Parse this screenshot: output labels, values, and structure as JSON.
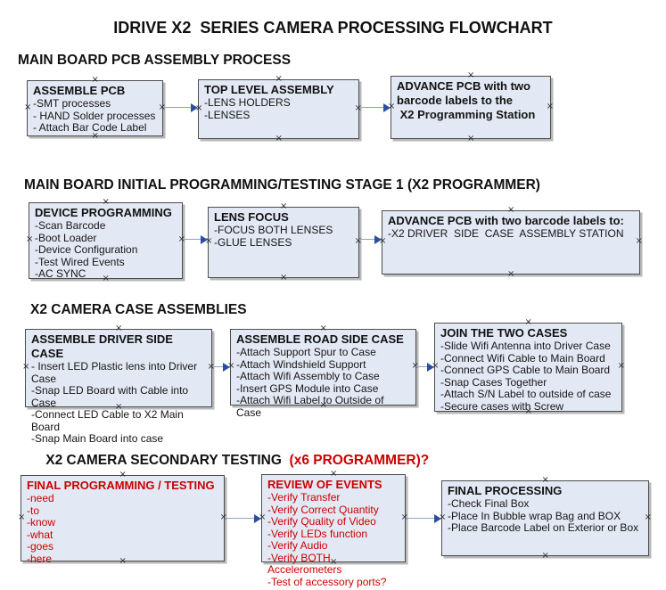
{
  "title": "IDRIVE X2  SERIES CAMERA PROCESSING FLOWCHART",
  "colors": {
    "accent_red": "#cc0000",
    "box_fill": "#e3e9f4",
    "box_border": "#4c4c4c",
    "arrow_line": "#8fa3c6",
    "arrow_head": "#2b4fa0"
  },
  "sections": [
    {
      "heading": "MAIN BOARD PCB ASSEMBLY PROCESS",
      "boxes": [
        {
          "title": "ASSEMBLE PCB",
          "items": [
            "-SMT processes",
            "- HAND Solder processes",
            "- Attach Bar Code Label"
          ]
        },
        {
          "title": "TOP LEVEL ASSEMBLY",
          "items": [
            "-LENS HOLDERS",
            "-LENSES"
          ]
        },
        {
          "title": "ADVANCE PCB with two barcode labels to the",
          "items": [
            " X2 Programming Station"
          ]
        }
      ]
    },
    {
      "heading": "MAIN BOARD INITIAL PROGRAMMING/TESTING STAGE 1 (X2 PROGRAMMER)",
      "boxes": [
        {
          "title": "DEVICE PROGRAMMING",
          "items": [
            "-Scan Barcode",
            "-Boot Loader",
            "-Device Configuration",
            "-Test Wired Events",
            "-AC SYNC"
          ]
        },
        {
          "title": "LENS FOCUS",
          "items": [
            "-FOCUS BOTH LENSES",
            "-GLUE LENSES"
          ]
        },
        {
          "title": "ADVANCE PCB with two barcode labels to:",
          "items": [
            "-X2 DRIVER  SIDE  CASE  ASSEMBLY STATION"
          ]
        }
      ]
    },
    {
      "heading": "X2 CAMERA CASE ASSEMBLIES",
      "boxes": [
        {
          "title": "ASSEMBLE DRIVER SIDE CASE",
          "items": [
            "- Insert LED Plastic lens into Driver Case",
            "-Snap LED Board with Cable into Case",
            "-Connect LED Cable to X2 Main Board",
            "-Snap Main Board into case"
          ]
        },
        {
          "title": "ASSEMBLE ROAD SIDE CASE",
          "items": [
            "-Attach Support Spur to Case",
            "-Attach Windshield Support",
            "-Attach Wifi Assembly to Case",
            "-Insert GPS Module into Case",
            "-Attach Wifi Label to Outside of Case"
          ]
        },
        {
          "title": "JOIN THE TWO CASES",
          "items": [
            "-Slide Wifi Antenna into Driver Case",
            "-Connect Wifi Cable to Main Board",
            "-Connect GPS Cable to Main Board",
            "-Snap Cases Together",
            "-Attach S/N Label to outside of case",
            "-Secure cases with Screw"
          ]
        }
      ]
    },
    {
      "heading": "X2 CAMERA SECONDARY TESTING  ",
      "heading_suffix": "(x6 PROGRAMMER)?",
      "boxes": [
        {
          "title": "FINAL PROGRAMMING / TESTING",
          "items": [
            "-need",
            "-to",
            "-know",
            "-what",
            "-goes",
            "-here"
          ]
        },
        {
          "title": "REVIEW OF EVENTS",
          "items": [
            "-Verify Transfer",
            "-Verify Correct Quantity",
            "-Verify Quality of Video",
            "-Verify LEDs function",
            "-Verify Audio",
            "-Verify BOTH Accelerometers",
            "-Test of accessory ports?"
          ]
        },
        {
          "title": "FINAL PROCESSING",
          "items": [
            "-Check Final Box",
            "-Place In Bubble wrap Bag and BOX",
            "-Place Barcode Label on Exterior or Box"
          ]
        }
      ]
    }
  ]
}
